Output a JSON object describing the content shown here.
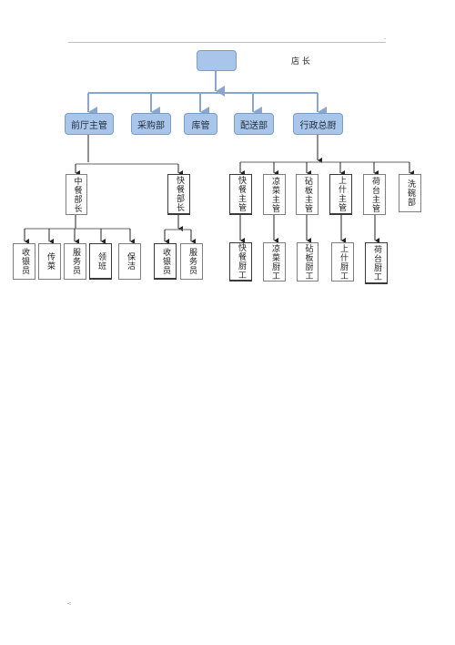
{
  "title": "店 长",
  "mid": [
    "前厅主管",
    "采购部",
    "库管",
    "配送部",
    "行政总厨"
  ],
  "fh_heads": [
    "中餐部长",
    "快餐部长"
  ],
  "fh_staff_a": [
    "收银员",
    "传菜",
    "服务员",
    "领班",
    "保洁"
  ],
  "fh_staff_b": [
    "收银员",
    "服务员"
  ],
  "kitchen_heads": [
    "快餐主管",
    "凉菜主管",
    "砧板主管",
    "上什主管",
    "荷台主管",
    "洗碗部"
  ],
  "kitchen_staff": [
    "快餐厨工",
    "凉菜厨工",
    "砧板厨工",
    "上什厨工",
    "荷台厨工"
  ],
  "corner_mark": "·",
  "bottom_mark": "-:"
}
